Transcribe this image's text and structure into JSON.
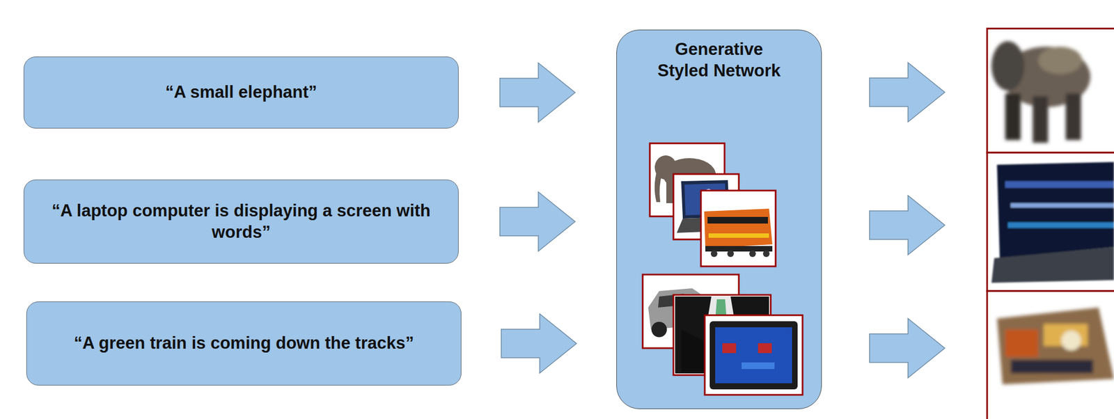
{
  "diagram": {
    "nodes": [
      {
        "text": [
          "“A small elephant”"
        ]
      },
      {
        "text": [
          "“A laptop computer is displaying a screen with words”"
        ]
      },
      {
        "text": [
          "“A green train is coming down the tracks”"
        ]
      },
      {
        "text": [
          "Generative Styled Network"
        ]
      }
    ],
    "edges": [
      {
        "from": 0,
        "to": 3,
        "arrow": "to"
      },
      {
        "from": 1,
        "to": 3,
        "arrow": "to"
      },
      {
        "from": 2,
        "to": 3,
        "arrow": "to"
      }
    ]
  }
}
